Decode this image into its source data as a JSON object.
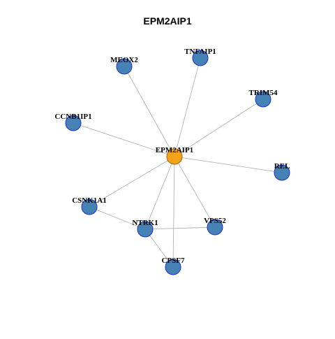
{
  "title": "EPM2AIP1",
  "colors": {
    "center_node_fill": "#F5A21B",
    "node_fill": "#4682B4",
    "node_stroke": "#1E2FD8",
    "center_node_stroke": "#A0620A",
    "edge": "#B4B4B4"
  },
  "graph": {
    "center": "EPM2AIP1",
    "nodes": [
      {
        "id": "EPM2AIP1",
        "label": "EPM2AIP1",
        "role": "center"
      },
      {
        "id": "MEOX2",
        "label": "MEOX2",
        "role": "neighbor"
      },
      {
        "id": "TNFAIP1",
        "label": "TNFAIP1",
        "role": "neighbor"
      },
      {
        "id": "TRIM54",
        "label": "TRIM54",
        "role": "neighbor"
      },
      {
        "id": "CCNB1IP1",
        "label": "CCNB1IP1",
        "role": "neighbor"
      },
      {
        "id": "REL",
        "label": "REL",
        "role": "neighbor"
      },
      {
        "id": "CSNK1A1",
        "label": "CSNK1A1",
        "role": "neighbor"
      },
      {
        "id": "NTRK1",
        "label": "NTRK1",
        "role": "neighbor"
      },
      {
        "id": "VPS52",
        "label": "VPS52",
        "role": "neighbor"
      },
      {
        "id": "CPSF7",
        "label": "CPSF7",
        "role": "neighbor"
      }
    ],
    "edges": [
      [
        "EPM2AIP1",
        "MEOX2"
      ],
      [
        "EPM2AIP1",
        "TNFAIP1"
      ],
      [
        "EPM2AIP1",
        "TRIM54"
      ],
      [
        "EPM2AIP1",
        "CCNB1IP1"
      ],
      [
        "EPM2AIP1",
        "REL"
      ],
      [
        "EPM2AIP1",
        "CSNK1A1"
      ],
      [
        "EPM2AIP1",
        "NTRK1"
      ],
      [
        "EPM2AIP1",
        "VPS52"
      ],
      [
        "EPM2AIP1",
        "CPSF7"
      ],
      [
        "CSNK1A1",
        "NTRK1"
      ],
      [
        "NTRK1",
        "VPS52"
      ],
      [
        "NTRK1",
        "CPSF7"
      ]
    ]
  }
}
